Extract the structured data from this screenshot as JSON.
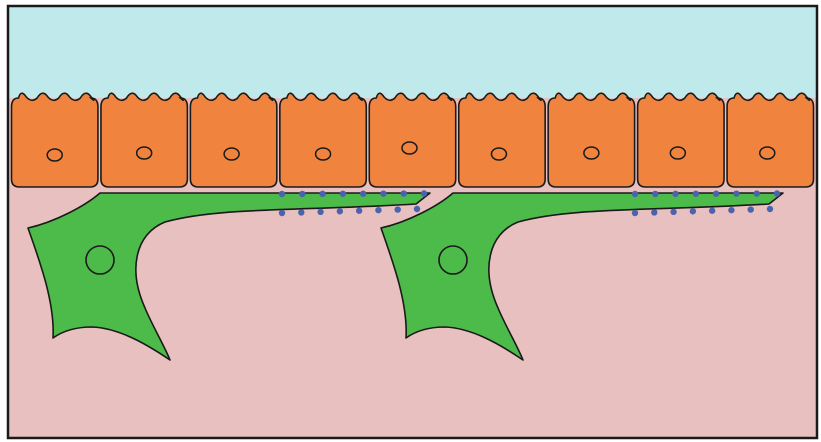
{
  "diagram": {
    "colors": {
      "lumen": "#bfe9ea",
      "epithelium": "#f0843f",
      "stroma": "#e8c0c0",
      "fibroblast": "#4dbb4a",
      "dots": "#4a63ad",
      "outline": "#1a1a1a"
    },
    "epithelial_cell_count": 9,
    "fibroblast_count": 2,
    "dots_per_process_row": 8
  }
}
